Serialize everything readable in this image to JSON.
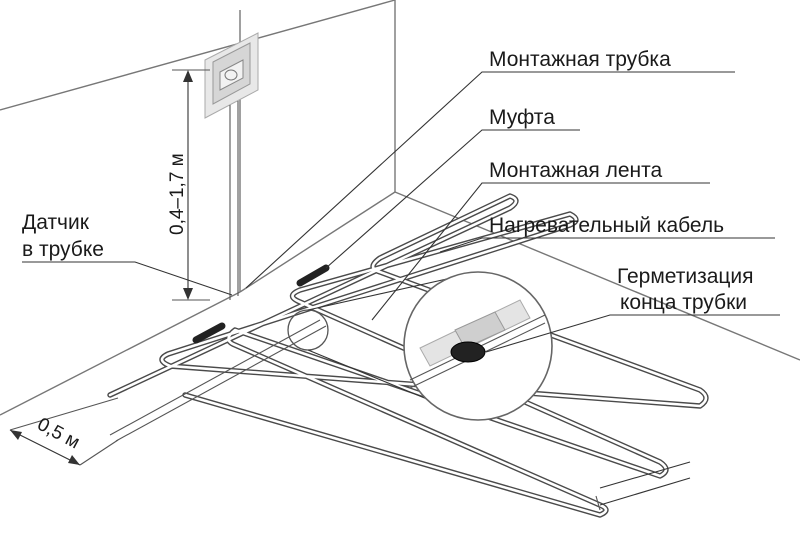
{
  "labels": {
    "mounting_tube": "Монтажная трубка",
    "coupling": "Муфта",
    "mounting_tape": "Монтажная лента",
    "heating_cable": "Нагревательный кабель",
    "sealing_line1": "Герметизация",
    "sealing_line2": "конца трубки",
    "sensor_line1": "Датчик",
    "sensor_line2": "в трубке"
  },
  "dimensions": {
    "height_range": "0,4–1,7 м",
    "edge_gap": "0,5 м"
  },
  "colors": {
    "line": "#4a4a4a",
    "wall": "#777777",
    "text": "#1a1a1a"
  }
}
